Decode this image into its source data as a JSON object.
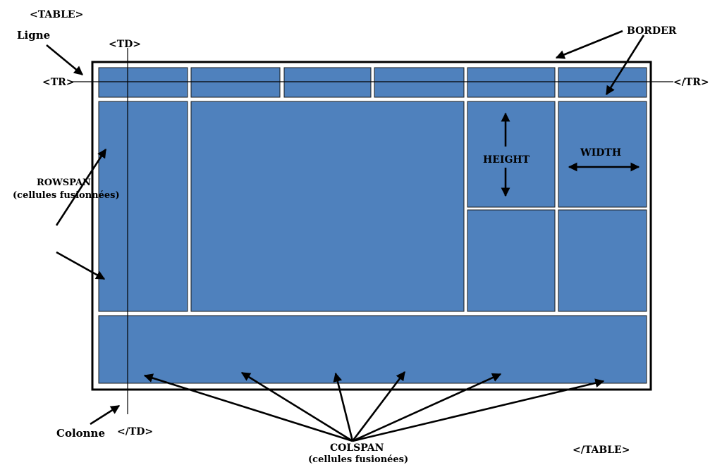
{
  "labels": {
    "table_open": "<TABLE>",
    "table_close": "</TABLE>",
    "ligne": "Ligne",
    "td_open": "<TD>",
    "td_close": "</TD>",
    "tr_open": "<TR>",
    "tr_close": "</TR>",
    "border": "BORDER",
    "height": "HEIGHT",
    "width": "WIDTH",
    "rowspan": "ROWSPAN",
    "rowspan_note": "(cellules fusionnées)",
    "colonne": "Colonne",
    "colspan": "COLSPAN",
    "colspan_note": "(cellules fusionées)"
  },
  "colors": {
    "cell_fill": "#4f81bd",
    "cell_stroke": "#1a1a1a",
    "table_border": "#000000",
    "text": "#000000"
  }
}
